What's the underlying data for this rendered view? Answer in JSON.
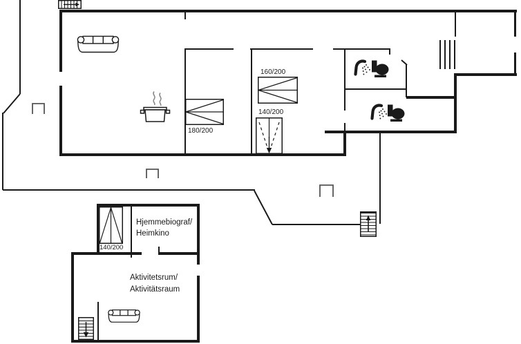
{
  "floorplan": {
    "type": "holiday-home-floor-plan",
    "background_color": "#ffffff",
    "line_color": "#1a1a1a",
    "rooms": {
      "bedroom_1": {
        "bed_size": "180/200"
      },
      "bedroom_2": {
        "bed_size_double": "160/200",
        "bed_size_bunk": "140/200"
      },
      "home_cinema": {
        "name_line1": "Hjemmebiograf/",
        "name_line2": "Heimkino",
        "bed_size": "140/200"
      },
      "activity_room": {
        "name_line1": "Aktivitetsrum/",
        "name_line2": "Aktivitätsraum"
      }
    },
    "icons": [
      "stairs-up-icon",
      "stairs-down-icon",
      "sofa-icon",
      "cooking-pot-icon",
      "double-bed-icon",
      "bunk-bed-icon",
      "shower-icon",
      "toilet-icon",
      "vent-icon"
    ]
  }
}
